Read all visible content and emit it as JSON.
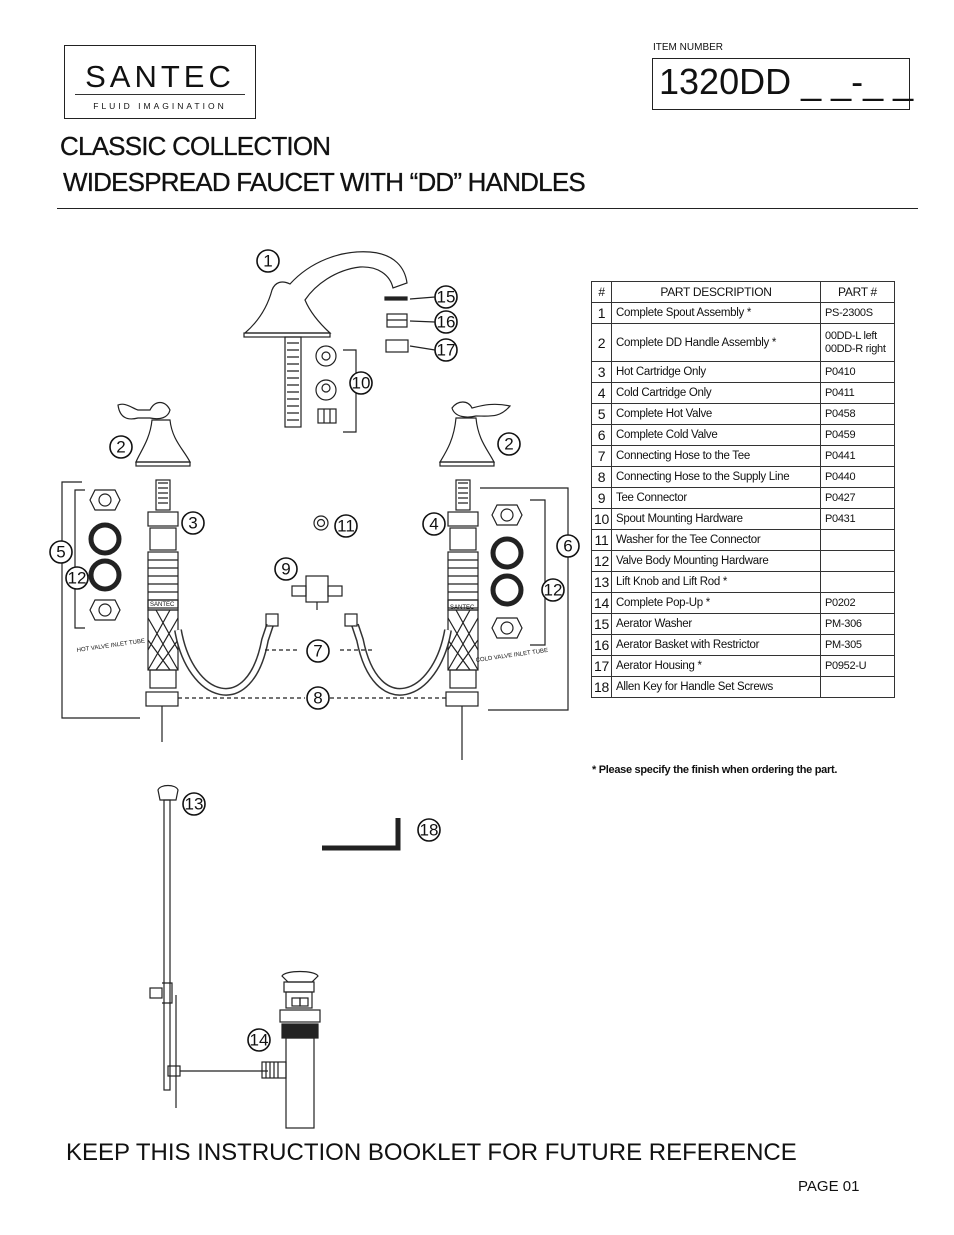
{
  "brand": {
    "name": "SANTEC",
    "tagline": "FLUID IMAGINATION"
  },
  "item": {
    "label": "ITEM NUMBER",
    "value": "1320DD _ _-_ _"
  },
  "title": {
    "line1": "CLASSIC COLLECTION",
    "line2": "WIDESPREAD FAUCET WITH “DD” HANDLES"
  },
  "diagram": {
    "callouts": [
      "1",
      "2",
      "2",
      "3",
      "4",
      "5",
      "6",
      "7",
      "8",
      "9",
      "10",
      "11",
      "12",
      "12",
      "13",
      "14",
      "15",
      "16",
      "17",
      "18"
    ],
    "labels": {
      "logo": "SANTEC",
      "hot_tube": "HOT VALVE INLET TUBE",
      "cold_tube": "COLD VALVE INLET TUBE"
    }
  },
  "table": {
    "headers": [
      "#",
      "PART  DESCRIPTION",
      "PART #"
    ],
    "rows": [
      {
        "num": "1",
        "desc": "Complete Spout Assembly  *",
        "part": "PS-2300S"
      },
      {
        "num": "2",
        "desc": "Complete DD Handle Assembly *",
        "part": "00DD-L left\n00DD-R right"
      },
      {
        "num": "3",
        "desc": "Hot Cartridge Only",
        "part": "P0410"
      },
      {
        "num": "4",
        "desc": "Cold Cartridge Only",
        "part": "P0411"
      },
      {
        "num": "5",
        "desc": "Complete Hot Valve",
        "part": "P0458"
      },
      {
        "num": "6",
        "desc": "Complete Cold Valve",
        "part": "P0459"
      },
      {
        "num": "7",
        "desc": "Connecting Hose to the Tee",
        "part": "P0441"
      },
      {
        "num": "8",
        "desc": "Connecting Hose to the Supply Line",
        "part": "P0440"
      },
      {
        "num": "9",
        "desc": "Tee Connector",
        "part": "P0427"
      },
      {
        "num": "10",
        "desc": "Spout Mounting Hardware",
        "part": "P0431"
      },
      {
        "num": "11",
        "desc": "Washer for the Tee Connector",
        "part": ""
      },
      {
        "num": "12",
        "desc": "Valve Body Mounting Hardware",
        "part": ""
      },
      {
        "num": "13",
        "desc": "Lift Knob and Lift Rod *",
        "part": ""
      },
      {
        "num": "14",
        "desc": "Complete Pop-Up *",
        "part": "P0202"
      },
      {
        "num": "15",
        "desc": "Aerator Washer",
        "part": "PM-306"
      },
      {
        "num": "16",
        "desc": "Aerator Basket with Restrictor",
        "part": "PM-305"
      },
      {
        "num": "17",
        "desc": "Aerator Housing *",
        "part": "P0952-U"
      },
      {
        "num": "18",
        "desc": "Allen Key for Handle Set Screws",
        "part": ""
      }
    ]
  },
  "note": "* Please specify the finish when ordering the part.",
  "footer": "KEEP THIS INSTRUCTION BOOKLET FOR FUTURE REFERENCE",
  "page": "PAGE  01"
}
